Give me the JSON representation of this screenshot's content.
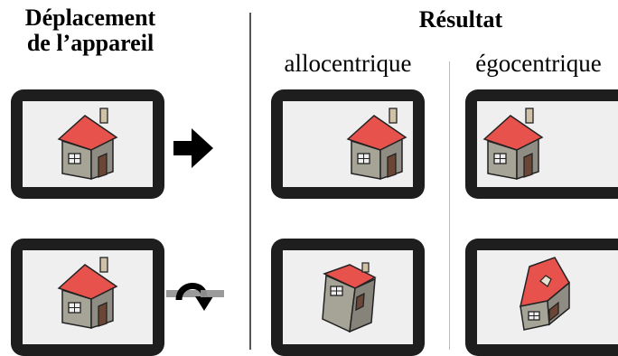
{
  "left_column": {
    "title_line1": "Déplacement",
    "title_line2": "de l’appareil"
  },
  "right_column": {
    "title": "Résultat",
    "sub_allocentric": "allocentrique",
    "sub_egocentric": "égocentrique"
  },
  "rows": [
    {
      "movement": "translation",
      "movement_icon": "arrow-right-icon"
    },
    {
      "movement": "rotation",
      "movement_icon": "rotation-arrow-icon"
    }
  ],
  "colors": {
    "tablet": "#1e1e1e",
    "screen": "#efefef",
    "roof": "#e8524d",
    "wall": "#a6a497",
    "door": "#6b4536",
    "divider": "#555555"
  }
}
